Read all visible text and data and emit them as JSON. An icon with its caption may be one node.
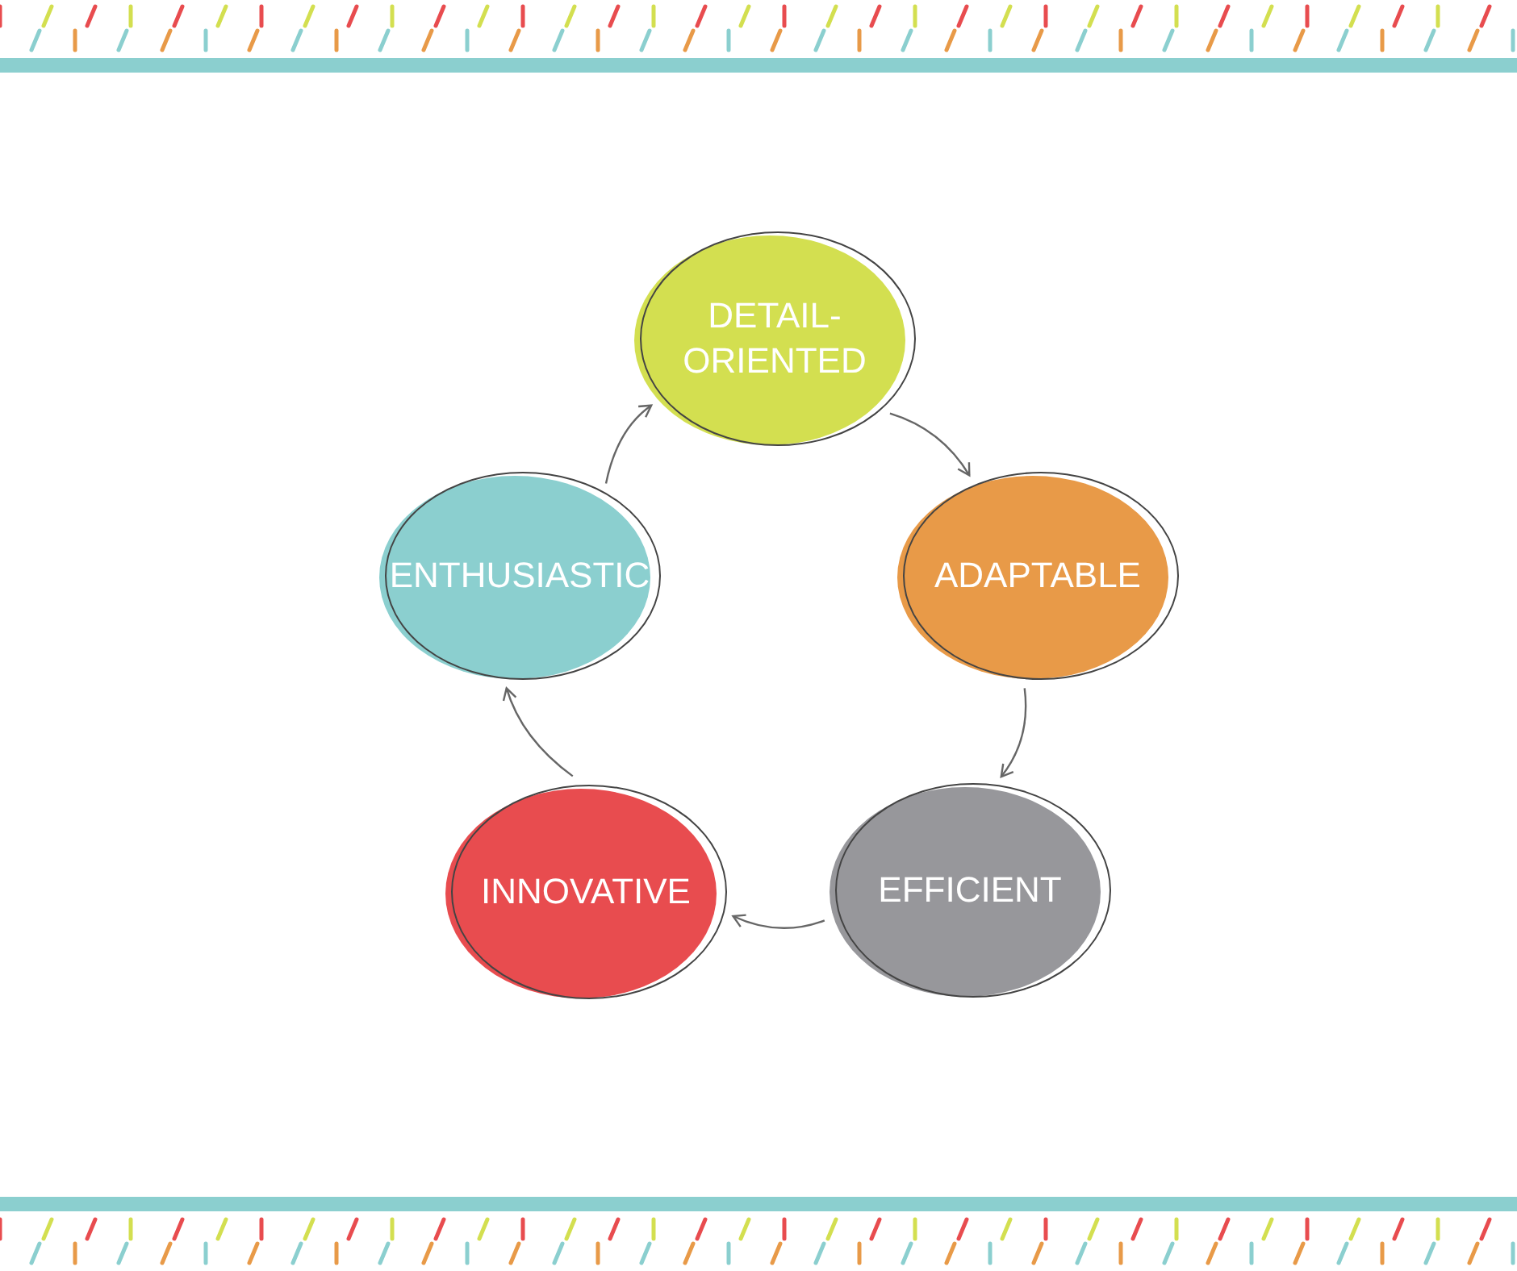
{
  "diagram": {
    "nodes": [
      {
        "text": [
          "DETAIL-ORIENTED"
        ]
      },
      {
        "text": [
          "ADAPTABLE"
        ]
      },
      {
        "text": [
          "EFFICIENT"
        ]
      },
      {
        "text": [
          "INNOVATIVE"
        ]
      },
      {
        "text": [
          "ENTHUSIASTIC"
        ]
      }
    ],
    "edges": [
      {
        "from": 0,
        "to": 1,
        "arrow": "to"
      },
      {
        "from": 1,
        "to": 2,
        "arrow": "to"
      },
      {
        "from": 2,
        "to": 3,
        "arrow": "to"
      },
      {
        "from": 3,
        "to": 4,
        "arrow": "to"
      },
      {
        "from": 4,
        "to": 0,
        "arrow": "to"
      }
    ]
  }
}
